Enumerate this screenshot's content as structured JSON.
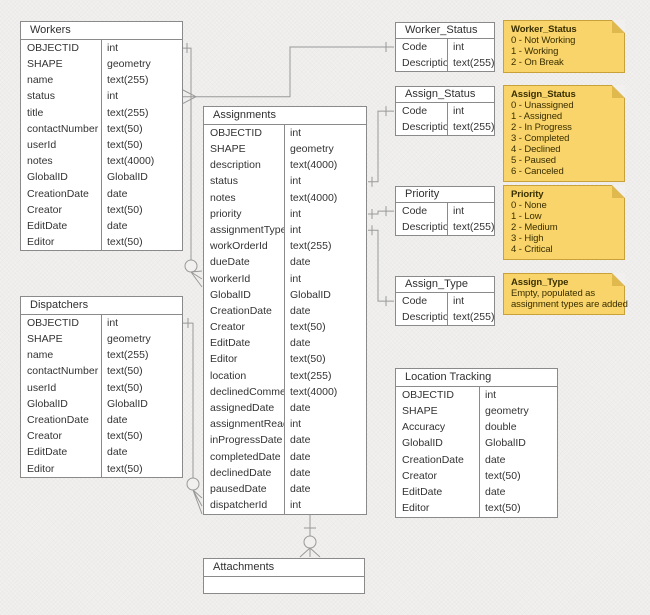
{
  "diagram": {
    "tables": [
      {
        "key": "workers",
        "title": "Workers",
        "fields": [
          {
            "name": "OBJECTID",
            "type": "int"
          },
          {
            "name": "SHAPE",
            "type": "geometry"
          },
          {
            "name": "name",
            "type": "text(255)"
          },
          {
            "name": "status",
            "type": "int"
          },
          {
            "name": "title",
            "type": "text(255)"
          },
          {
            "name": "contactNumber",
            "type": "text(50)"
          },
          {
            "name": "userId",
            "type": "text(50)"
          },
          {
            "name": "notes",
            "type": "text(4000)"
          },
          {
            "name": "GlobalID",
            "type": "GlobalID"
          },
          {
            "name": "CreationDate",
            "type": "date"
          },
          {
            "name": "Creator",
            "type": "text(50)"
          },
          {
            "name": "EditDate",
            "type": "date"
          },
          {
            "name": "Editor",
            "type": "text(50)"
          }
        ]
      },
      {
        "key": "dispatchers",
        "title": "Dispatchers",
        "fields": [
          {
            "name": "OBJECTID",
            "type": "int"
          },
          {
            "name": "SHAPE",
            "type": "geometry"
          },
          {
            "name": "name",
            "type": "text(255)"
          },
          {
            "name": "contactNumber",
            "type": "text(50)"
          },
          {
            "name": "userId",
            "type": "text(50)"
          },
          {
            "name": "GlobalID",
            "type": "GlobalID"
          },
          {
            "name": "CreationDate",
            "type": "date"
          },
          {
            "name": "Creator",
            "type": "text(50)"
          },
          {
            "name": "EditDate",
            "type": "date"
          },
          {
            "name": "Editor",
            "type": "text(50)"
          }
        ]
      },
      {
        "key": "assignments",
        "title": "Assignments",
        "fields": [
          {
            "name": "OBJECTID",
            "type": "int"
          },
          {
            "name": "SHAPE",
            "type": "geometry"
          },
          {
            "name": "description",
            "type": "text(4000)"
          },
          {
            "name": "status",
            "type": "int"
          },
          {
            "name": "notes",
            "type": "text(4000)"
          },
          {
            "name": "priority",
            "type": "int"
          },
          {
            "name": "assignmentType",
            "type": "int"
          },
          {
            "name": "workOrderId",
            "type": "text(255)"
          },
          {
            "name": "dueDate",
            "type": "date"
          },
          {
            "name": "workerId",
            "type": "int"
          },
          {
            "name": "GlobalID",
            "type": "GlobalID"
          },
          {
            "name": "CreationDate",
            "type": "date"
          },
          {
            "name": "Creator",
            "type": "text(50)"
          },
          {
            "name": "EditDate",
            "type": "date"
          },
          {
            "name": "Editor",
            "type": "text(50)"
          },
          {
            "name": "location",
            "type": "text(255)"
          },
          {
            "name": "declinedComment",
            "type": "text(4000)"
          },
          {
            "name": "assignedDate",
            "type": "date"
          },
          {
            "name": "assignmentRead",
            "type": "int"
          },
          {
            "name": "inProgressDate",
            "type": "date"
          },
          {
            "name": "completedDate",
            "type": "date"
          },
          {
            "name": "declinedDate",
            "type": "date"
          },
          {
            "name": "pausedDate",
            "type": "date"
          },
          {
            "name": "dispatcherId",
            "type": "int"
          }
        ]
      },
      {
        "key": "worker_status",
        "title": "Worker_Status",
        "fields": [
          {
            "name": "Code",
            "type": "int"
          },
          {
            "name": "Description",
            "type": "text(255)"
          }
        ]
      },
      {
        "key": "assign_status",
        "title": "Assign_Status",
        "fields": [
          {
            "name": "Code",
            "type": "int"
          },
          {
            "name": "Description",
            "type": "text(255)"
          }
        ]
      },
      {
        "key": "priority",
        "title": "Priority",
        "fields": [
          {
            "name": "Code",
            "type": "int"
          },
          {
            "name": "Description",
            "type": "text(255)"
          }
        ]
      },
      {
        "key": "assign_type",
        "title": "Assign_Type",
        "fields": [
          {
            "name": "Code",
            "type": "int"
          },
          {
            "name": "Description",
            "type": "text(255)"
          }
        ]
      },
      {
        "key": "location_tracking",
        "title": "Location Tracking",
        "fields": [
          {
            "name": "OBJECTID",
            "type": "int"
          },
          {
            "name": "SHAPE",
            "type": "geometry"
          },
          {
            "name": "Accuracy",
            "type": "double"
          },
          {
            "name": "GlobalID",
            "type": "GlobalID"
          },
          {
            "name": "CreationDate",
            "type": "date"
          },
          {
            "name": "Creator",
            "type": "text(50)"
          },
          {
            "name": "EditDate",
            "type": "date"
          },
          {
            "name": "Editor",
            "type": "text(50)"
          }
        ]
      },
      {
        "key": "attachments",
        "title": "Attachments",
        "fields": []
      }
    ],
    "notes": [
      {
        "key": "note_worker_status",
        "title": "Worker_Status",
        "lines": [
          "0 - Not Working",
          "1 - Working",
          "2 - On Break"
        ]
      },
      {
        "key": "note_assign_status",
        "title": "Assign_Status",
        "lines": [
          "0 - Unassigned",
          "1 - Assigned",
          "2 - In Progress",
          "3 - Completed",
          "4 - Declined",
          "5 - Paused",
          "6 - Canceled"
        ]
      },
      {
        "key": "note_priority",
        "title": "Priority",
        "lines": [
          "0 - None",
          "1 - Low",
          "2 - Medium",
          "3 - High",
          "4 - Critical"
        ]
      },
      {
        "key": "note_assign_type",
        "title": "Assign_Type",
        "lines": [
          "Empty, populated as",
          "assignment types are added"
        ]
      }
    ],
    "relationships": [
      {
        "from": "Workers.status",
        "to": "Worker_Status.Code",
        "from_end": "many",
        "to_end": "one"
      },
      {
        "from": "Workers.OBJECTID",
        "to": "Assignments.workerId",
        "from_end": "one",
        "to_end": "zero-or-many"
      },
      {
        "from": "Dispatchers.OBJECTID",
        "to": "Assignments.dispatcherId",
        "from_end": "one",
        "to_end": "zero-or-many"
      },
      {
        "from": "Assignments.status",
        "to": "Assign_Status.Code",
        "from_end": "one",
        "to_end": "one"
      },
      {
        "from": "Assignments.priority",
        "to": "Priority.Code",
        "from_end": "one",
        "to_end": "one"
      },
      {
        "from": "Assignments.assignmentType",
        "to": "Assign_Type.Code",
        "from_end": "one",
        "to_end": "one"
      },
      {
        "from": "Assignments",
        "to": "Attachments",
        "from_end": "one",
        "to_end": "zero-or-many"
      }
    ],
    "colors": {
      "note_fill": "#f8d46a",
      "note_border": "#c9a13b",
      "table_border": "#8a8a8a",
      "connector": "#999999",
      "canvas": "#f1f0ee"
    }
  }
}
